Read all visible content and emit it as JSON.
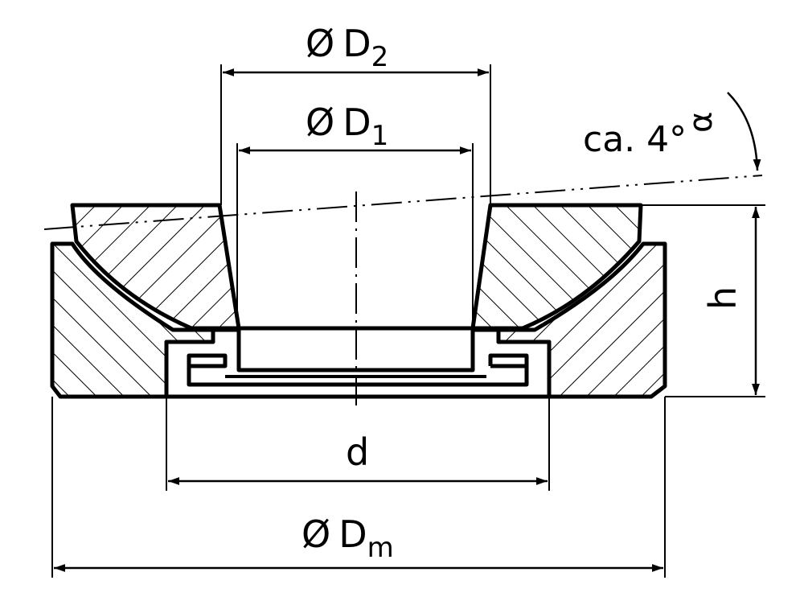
{
  "dimensions": {
    "d2": {
      "prefix": "Ø",
      "main": "D",
      "sub": "2"
    },
    "d1": {
      "prefix": "Ø",
      "main": "D",
      "sub": "1"
    },
    "dm": {
      "prefix": "Ø",
      "main": "D",
      "sub": "m"
    },
    "d": {
      "label": "d"
    },
    "h": {
      "label": "h"
    },
    "angle": {
      "text": "ca. 4°",
      "symbol": "α"
    }
  }
}
